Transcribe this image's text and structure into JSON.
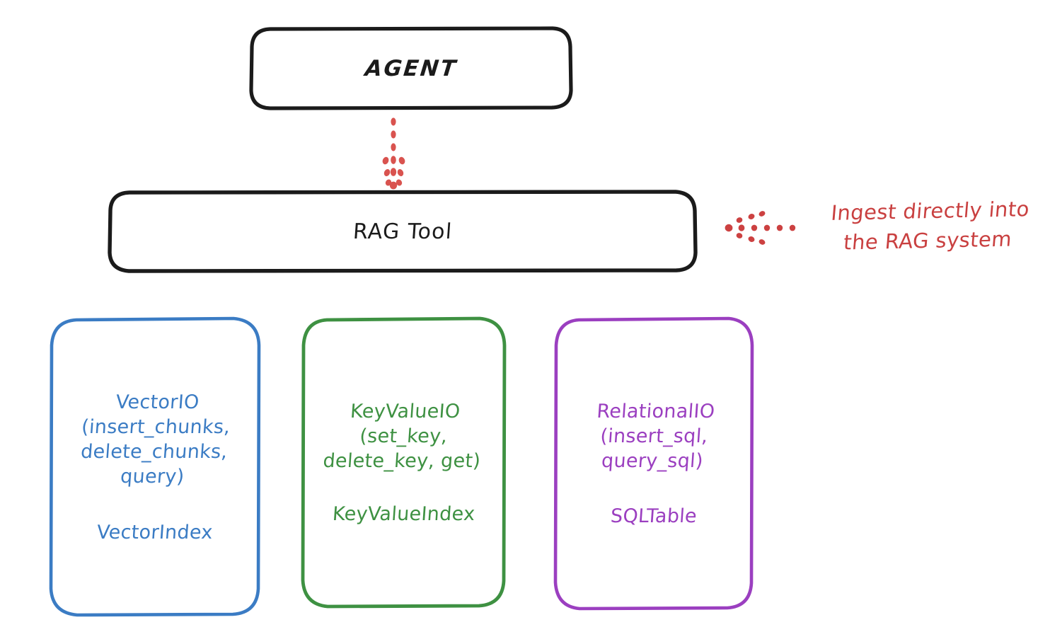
{
  "diagram": {
    "title_node": {
      "label": "AGENT"
    },
    "tool_node": {
      "label": "RAG Tool"
    },
    "stores": [
      {
        "name": "vector-io",
        "title": "VectorIO\n(insert_chunks,\ndelete_chunks,\nquery)",
        "index": "VectorIndex",
        "color": "#3b7cc4"
      },
      {
        "name": "key-value-io",
        "title": "KeyValueIO\n(set_key,\ndelete_key, get)",
        "index": "KeyValueIndex",
        "color": "#3e9142"
      },
      {
        "name": "relational-io",
        "title": "RelationalIO\n(insert_sql,\nquery_sql)",
        "index": "SQLTable",
        "color": "#9b3fc0"
      }
    ],
    "annotation": {
      "text": "Ingest directly into\nthe RAG system",
      "color": "#c94040"
    },
    "connectors": [
      {
        "name": "agent-to-ragtool",
        "style": "dotted-arrow",
        "direction": "down",
        "color": "#d9534f"
      },
      {
        "name": "annotation-to-ragtool",
        "style": "dotted-arrow",
        "direction": "left",
        "color": "#cc4141"
      }
    ],
    "stroke_color": "#1b1b1b"
  }
}
